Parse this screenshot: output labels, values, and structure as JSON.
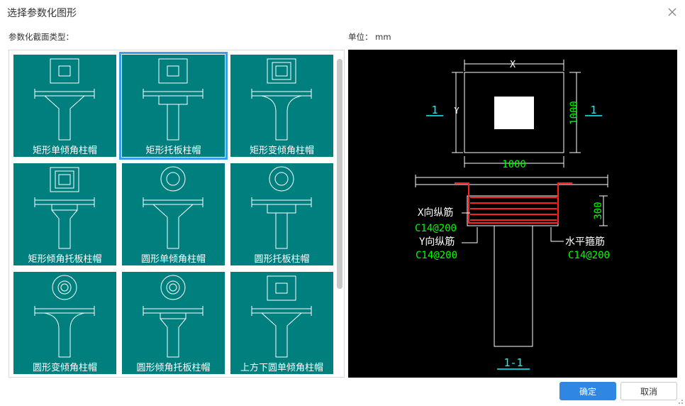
{
  "dialog": {
    "title": "选择参数化图形",
    "types_label": "参数化截面类型：",
    "unit_label": "单位：  mm"
  },
  "items": [
    {
      "label": "矩形单倾角柱帽",
      "icon": "rect-single-slope-cap-icon",
      "selected": false
    },
    {
      "label": "矩形托板柱帽",
      "icon": "rect-drop-panel-cap-icon",
      "selected": true
    },
    {
      "label": "矩形变倾角柱帽",
      "icon": "rect-variable-slope-cap-icon",
      "selected": false
    },
    {
      "label": "矩形倾角托板柱帽",
      "icon": "rect-slope-drop-panel-cap-icon",
      "selected": false
    },
    {
      "label": "圆形单倾角柱帽",
      "icon": "circle-single-slope-cap-icon",
      "selected": false
    },
    {
      "label": "圆形托板柱帽",
      "icon": "circle-drop-panel-cap-icon",
      "selected": false
    },
    {
      "label": "圆形变倾角柱帽",
      "icon": "circle-variable-slope-cap-icon",
      "selected": false
    },
    {
      "label": "圆形倾角托板柱帽",
      "icon": "circle-slope-drop-panel-cap-icon",
      "selected": false
    },
    {
      "label": "上方下圆单倾角柱帽",
      "icon": "square-top-round-bottom-cap-icon",
      "selected": false
    }
  ],
  "preview": {
    "dim_x": "X",
    "dim_y": "Y",
    "dim_width": "1000",
    "dim_height": "1000",
    "section_mark_left": "1",
    "section_mark_right": "1",
    "dim_thickness": "300",
    "x_rebar_label": "X向纵筋",
    "x_rebar_value": "C14@200",
    "y_rebar_label": "Y向纵筋",
    "y_rebar_value": "C14@200",
    "stirrup_label": "水平箍筋",
    "stirrup_value": "C14@200",
    "section_title": "1-1",
    "colors": {
      "background": "#000000",
      "line": "#ffffff",
      "dimension": "#00ff00",
      "marker": "#00ffff",
      "rebar": "#ff0000"
    }
  },
  "buttons": {
    "ok": "确定",
    "cancel": "取消"
  },
  "colors": {
    "tile": "#007f7f",
    "selected_border": "#3c9dea",
    "primary": "#2f87e3"
  }
}
